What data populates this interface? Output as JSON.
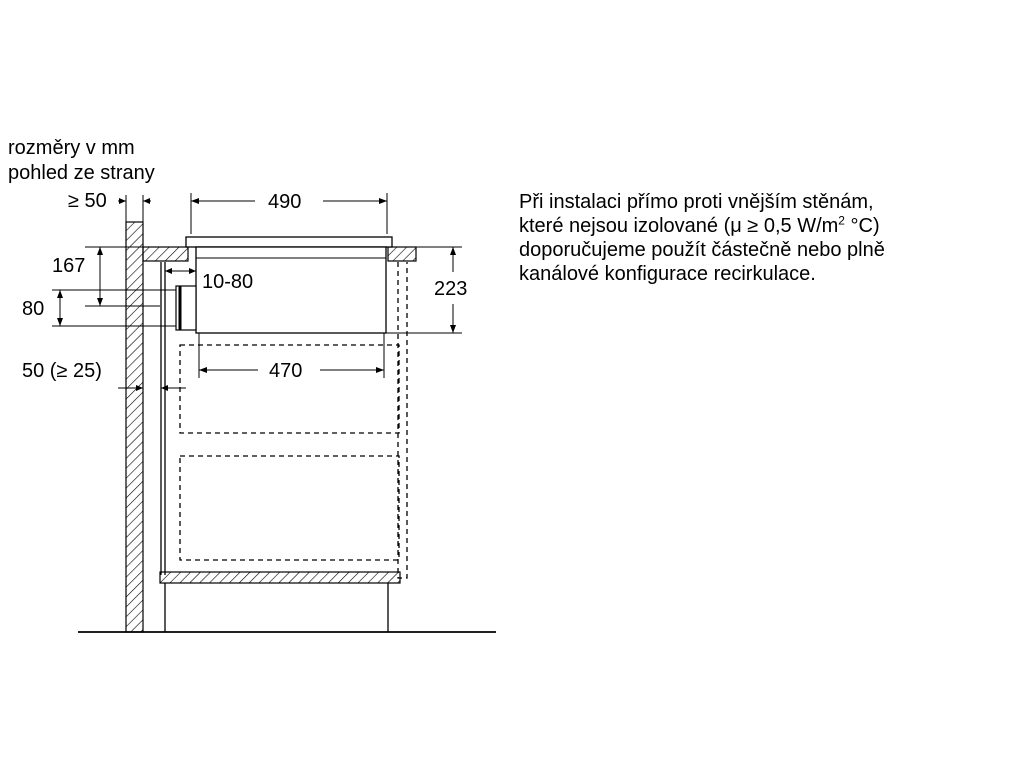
{
  "header": {
    "units": "rozměry v mm",
    "view": "pohled ze strany"
  },
  "dimensions": {
    "wall_gap": "≥ 50",
    "hob_width": "490",
    "offset_167": "167",
    "duct_height": "80",
    "duct_gap": "10-80",
    "height_223": "223",
    "inner_width": "470",
    "side_gap": "50 (≥ 25)"
  },
  "note": {
    "line1": "Při instalaci přímo proti vnějším stěnám,",
    "line2_pre": "které nejsou izolované (μ ≥ 0,5 W/m",
    "line2_sup": "2",
    "line2_post": " °C)",
    "line3": "doporučujeme použít částečně nebo plně",
    "line4": "kanálové konfigurace recirkulace."
  }
}
